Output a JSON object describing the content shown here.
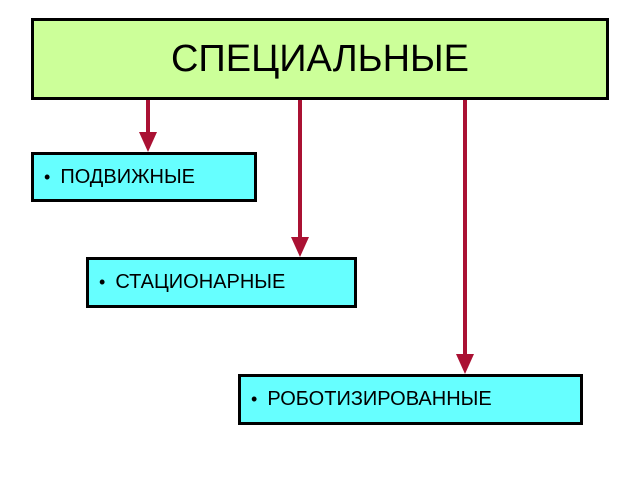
{
  "colors": {
    "root_fill": "#ccff99",
    "child_fill": "#66ffff",
    "arrow": "#aa1133",
    "border": "#000000"
  },
  "root": {
    "label": "СПЕЦИАЛЬНЫЕ"
  },
  "children": [
    {
      "bullet": "•",
      "label": "ПОДВИЖНЫЕ"
    },
    {
      "bullet": "•",
      "label": "СТАЦИОНАРНЫЕ"
    },
    {
      "bullet": "•",
      "label": "РОБОТИЗИРОВАННЫЕ"
    }
  ]
}
